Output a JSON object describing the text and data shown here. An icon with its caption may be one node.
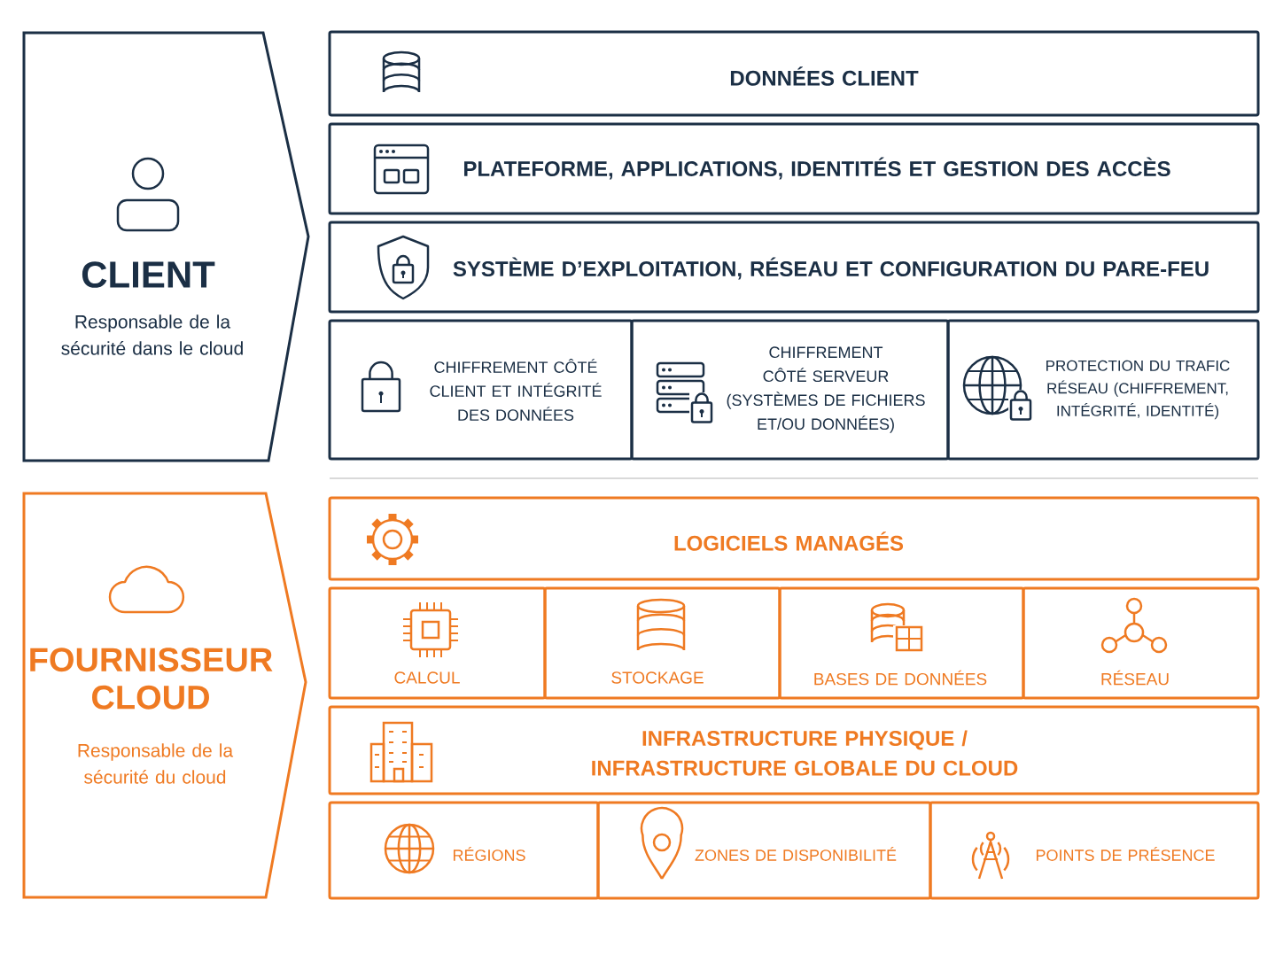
{
  "diagram": {
    "nodes": [
      {
        "text": [
          "CLIENT",
          "Responsable de la sécurité dans le cloud"
        ]
      },
      {
        "text": [
          "DONNÉES CLIENT"
        ]
      },
      {
        "text": [
          "PLATEFORME, APPLICATIONS, IDENTITÉS ET GESTION DES ACCÈS"
        ]
      },
      {
        "text": [
          "SYSTÈME D’EXPLOITATION, RÉSEAU ET CONFIGURATION DU PARE-FEU"
        ]
      },
      {
        "text": [
          "CHIFFREMENT CÔTÉ CLIENT ET INTÉGRITÉ DES DONNÉES"
        ]
      },
      {
        "text": [
          "CHIFFREMENT CÔTÉ SERVEUR (SYSTÈMES DE FICHIERS ET/OU DONNÉES)"
        ]
      },
      {
        "text": [
          "PROTECTION DU TRAFIC RÉSEAU (CHIFFREMENT, INTÉGRITÉ, IDENTITÉ)"
        ]
      },
      {
        "text": [
          "FOURNISSEUR CLOUD",
          "Responsable de la sécurité du cloud"
        ]
      },
      {
        "text": [
          "LOGICIELS MANAGÉS"
        ]
      },
      {
        "text": [
          "CALCUL"
        ]
      },
      {
        "text": [
          "STOCKAGE"
        ]
      },
      {
        "text": [
          "BASES DE DONNÉES"
        ]
      },
      {
        "text": [
          "RÉSEAU"
        ]
      },
      {
        "text": [
          "INFRASTRUCTURE PHYSIQUE / INFRASTRUCTURE GLOBALE DU CLOUD"
        ]
      },
      {
        "text": [
          "RÉGIONS"
        ]
      },
      {
        "text": [
          "ZONES DE DISPONIBILITÉ"
        ]
      },
      {
        "text": [
          "POINTS DE PRÉSENCE"
        ]
      }
    ]
  }
}
